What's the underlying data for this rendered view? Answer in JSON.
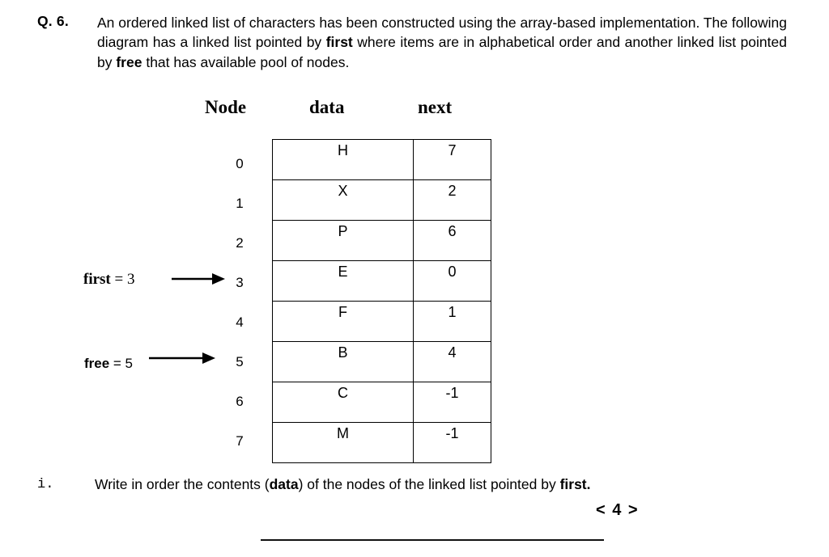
{
  "question": {
    "number": "Q. 6.",
    "body_segments": [
      {
        "text": "An ordered linked list of characters has been constructed using the array-based implementation. The following diagram has a linked list pointed by ",
        "bold": false
      },
      {
        "text": "first",
        "bold": true
      },
      {
        "text": " where items are in alphabetical order and another linked list pointed by ",
        "bold": false
      },
      {
        "text": "free",
        "bold": true
      },
      {
        "text": " that has available pool of nodes.",
        "bold": false
      }
    ],
    "body_plain": "An ordered linked list of characters has been constructed using the array-based implementation. The following diagram has a linked list pointed by first where items are in alphabetical order and another linked list pointed by free that has available pool of nodes."
  },
  "diagram": {
    "headers": {
      "node": "Node",
      "data": "data",
      "next": "next"
    },
    "rows": [
      {
        "index": "0",
        "data": "H",
        "next": "7"
      },
      {
        "index": "1",
        "data": "X",
        "next": "2"
      },
      {
        "index": "2",
        "data": "P",
        "next": "6"
      },
      {
        "index": "3",
        "data": "E",
        "next": "0"
      },
      {
        "index": "4",
        "data": "F",
        "next": "1"
      },
      {
        "index": "5",
        "data": "B",
        "next": "4"
      },
      {
        "index": "6",
        "data": "C",
        "next": "-1"
      },
      {
        "index": "7",
        "data": "M",
        "next": "-1"
      }
    ],
    "pointers": [
      {
        "name": "first",
        "assign": " = 3",
        "target_index": "3",
        "icon": "arrow-right-icon"
      },
      {
        "name": "free",
        "assign": " = 5",
        "target_index": "5",
        "icon": "arrow-right-icon"
      }
    ]
  },
  "subquestion": {
    "marker": "i.",
    "segments": [
      {
        "text": "Write in order the contents (",
        "bold": false
      },
      {
        "text": "data",
        "bold": true
      },
      {
        "text": ") of the nodes of the linked list pointed by ",
        "bold": false
      },
      {
        "text": "first.",
        "bold": true
      }
    ],
    "plain": "Write in order the contents (data) of the nodes of the linked list pointed by first.",
    "marks": "< 4 >"
  },
  "colors": {
    "text": "#000000",
    "background": "#ffffff",
    "rule": "#111111"
  }
}
